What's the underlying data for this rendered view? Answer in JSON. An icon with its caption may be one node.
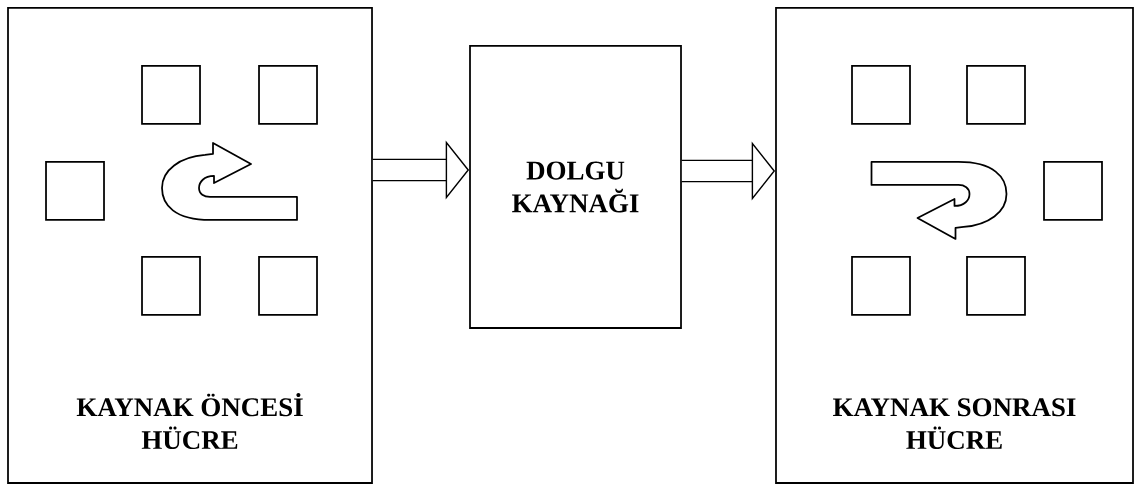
{
  "diagram": {
    "nodes": [
      {
        "text": [
          "KAYNAK ÖNCESİ HÜCRE"
        ]
      },
      {
        "text": [],
        "shape": "box",
        "in": 0
      },
      {
        "text": [],
        "shape": "box",
        "in": 0
      },
      {
        "text": [],
        "shape": "box",
        "in": 0
      },
      {
        "text": [],
        "shape": "box",
        "in": 0
      },
      {
        "text": [],
        "shape": "box",
        "in": 0
      },
      {
        "text": [
          "DOLGU KAYNAĞI"
        ]
      },
      {
        "text": [
          "KAYNAK SONRASI HÜCRE"
        ]
      },
      {
        "text": [],
        "shape": "box",
        "in": 7
      },
      {
        "text": [],
        "shape": "box",
        "in": 7
      },
      {
        "text": [],
        "shape": "box",
        "in": 7
      },
      {
        "text": [],
        "shape": "box",
        "in": 7
      },
      {
        "text": [],
        "shape": "box",
        "in": 7
      }
    ],
    "edges": [
      {
        "from": 0,
        "to": 6,
        "arrow": "to"
      },
      {
        "from": 6,
        "to": 7,
        "arrow": "to"
      }
    ]
  }
}
